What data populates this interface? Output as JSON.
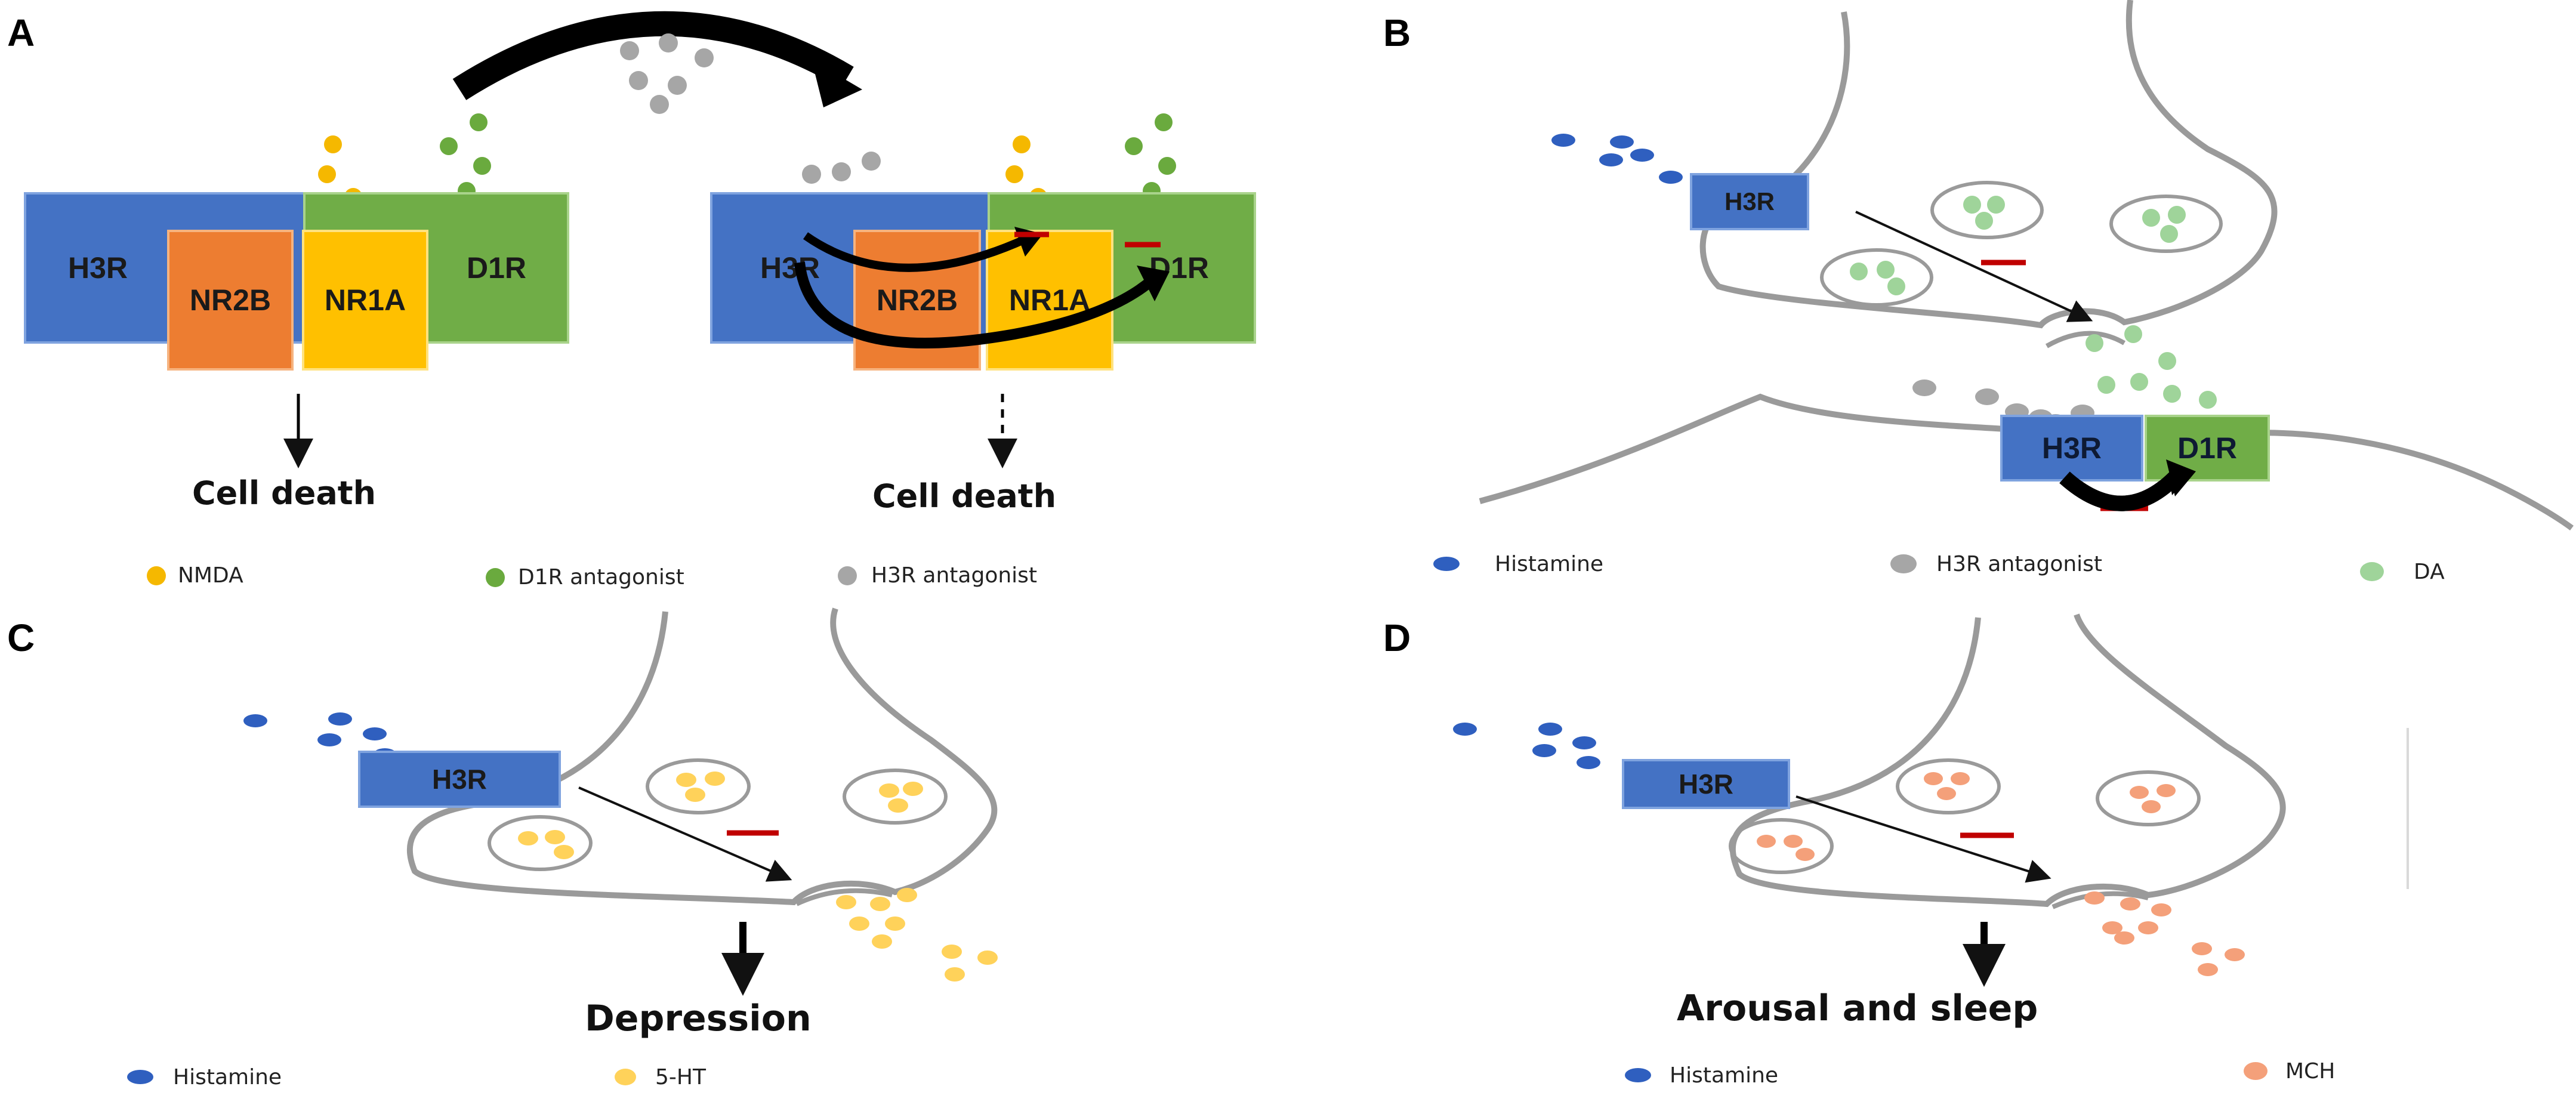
{
  "panels": {
    "A": {
      "letter": "A",
      "left_complex": {
        "h3r": "H3R",
        "nr2b": "NR2B",
        "nr1a": "NR1A",
        "d1r": "D1R"
      },
      "right_complex": {
        "h3r": "H3R",
        "nr2b": "NR2B",
        "nr1a": "NR1A",
        "d1r": "D1R"
      },
      "outcome_left": "Cell death",
      "outcome_right": "Cell death",
      "legend": [
        {
          "label": "NMDA",
          "color": "#f5b800"
        },
        {
          "label": "D1R antagonist",
          "color": "#6aaa3e"
        },
        {
          "label": "H3R antagonist",
          "color": "#a6a6a6"
        }
      ]
    },
    "B": {
      "letter": "B",
      "receptor_pre": "H3R",
      "complex": {
        "h3r": "H3R",
        "d1r": "D1R"
      },
      "legend": [
        {
          "label": "Histamine",
          "color": "#2f5fbf"
        },
        {
          "label": "H3R antagonist",
          "color": "#a6a6a6"
        },
        {
          "label": "DA",
          "color": "#9fd49a"
        }
      ]
    },
    "C": {
      "letter": "C",
      "receptor": "H3R",
      "outcome": "Depression",
      "legend": [
        {
          "label": "Histamine",
          "color": "#2f5fbf"
        },
        {
          "label": "5-HT",
          "color": "#ffd25a"
        }
      ]
    },
    "D": {
      "letter": "D",
      "receptor": "H3R",
      "outcome": "Arousal and sleep",
      "legend": [
        {
          "label": "Histamine",
          "color": "#2f5fbf"
        },
        {
          "label": "MCH",
          "color": "#f4a07a"
        }
      ]
    }
  },
  "colors": {
    "h3r": "#4472c4",
    "nr2b": "#ed7d31",
    "nr1a": "#ffc000",
    "d1r": "#70ad47",
    "inhibition": "#c00000",
    "membrane": "#9a9a9a"
  }
}
